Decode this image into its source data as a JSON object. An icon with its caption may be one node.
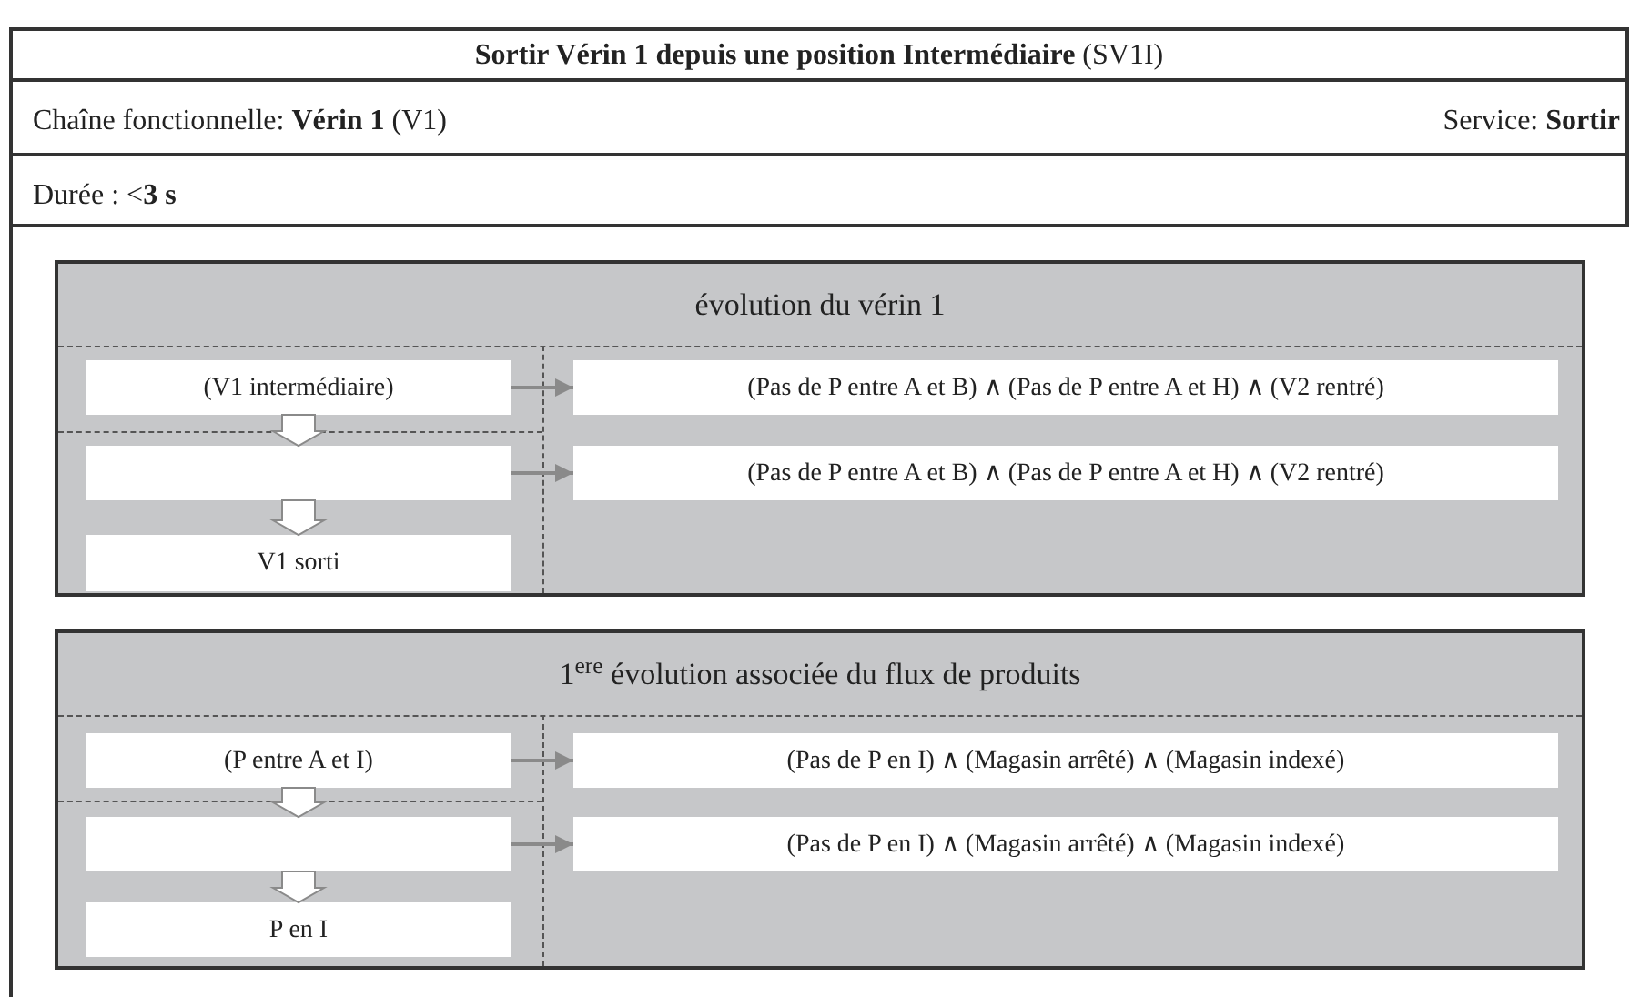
{
  "diagram": {
    "nodes": [
      {
        "text": [
          "évolution du vérin 1"
        ]
      },
      {
        "text": [
          "(V1 intermédiaire)"
        ],
        "in": 0
      },
      {
        "text": [],
        "shape": "box",
        "in": 0
      },
      {
        "text": [
          "V1 sorti"
        ],
        "in": 0
      },
      {
        "text": [
          "(Pas de P entre A et B) ∧ (Pas de P entre A et H) ∧ (V2 rentré)"
        ],
        "in": 0
      },
      {
        "text": [
          "(Pas de P entre A et B) ∧ (Pas de P entre A et H) ∧ (V2 rentré)"
        ],
        "in": 0
      },
      {
        "text": [
          "1$^{ere}$ évolution associée du flux de produits"
        ]
      },
      {
        "text": [
          "(P entre A et I)"
        ],
        "in": 6
      },
      {
        "text": [],
        "shape": "box",
        "in": 6
      },
      {
        "text": [
          "P en I"
        ],
        "in": 6
      },
      {
        "text": [
          "(Pas de P en I) ∧ (Magasin arrêté) ∧ (Magasin indexé)"
        ],
        "in": 6
      },
      {
        "text": [
          "(Pas de P en I) ∧ (Magasin arrêté) ∧ (Magasin indexé)"
        ],
        "in": 6
      }
    ],
    "edges": [
      {
        "from": 1,
        "to": 2,
        "arrow": "to",
        "style": "thick"
      },
      {
        "from": 2,
        "to": 3,
        "arrow": "to",
        "style": "thick"
      },
      {
        "from": 1,
        "to": 4,
        "arrow": "to"
      },
      {
        "from": 2,
        "to": 5,
        "arrow": "to"
      },
      {
        "from": 7,
        "to": 8,
        "arrow": "to",
        "style": "thick"
      },
      {
        "from": 8,
        "to": 9,
        "arrow": "to",
        "style": "thick"
      },
      {
        "from": 7,
        "to": 10,
        "arrow": "to"
      },
      {
        "from": 8,
        "to": 11,
        "arrow": "to"
      }
    ],
    "labels": [
      "**Sortir Vérin 1 depuis une position Intermédiaire** (SV1I)",
      "Chaîne fonctionnelle: **Vérin 1** (V1)",
      "Service: **Sortir**",
      "Durée : <**3 s**"
    ]
  }
}
